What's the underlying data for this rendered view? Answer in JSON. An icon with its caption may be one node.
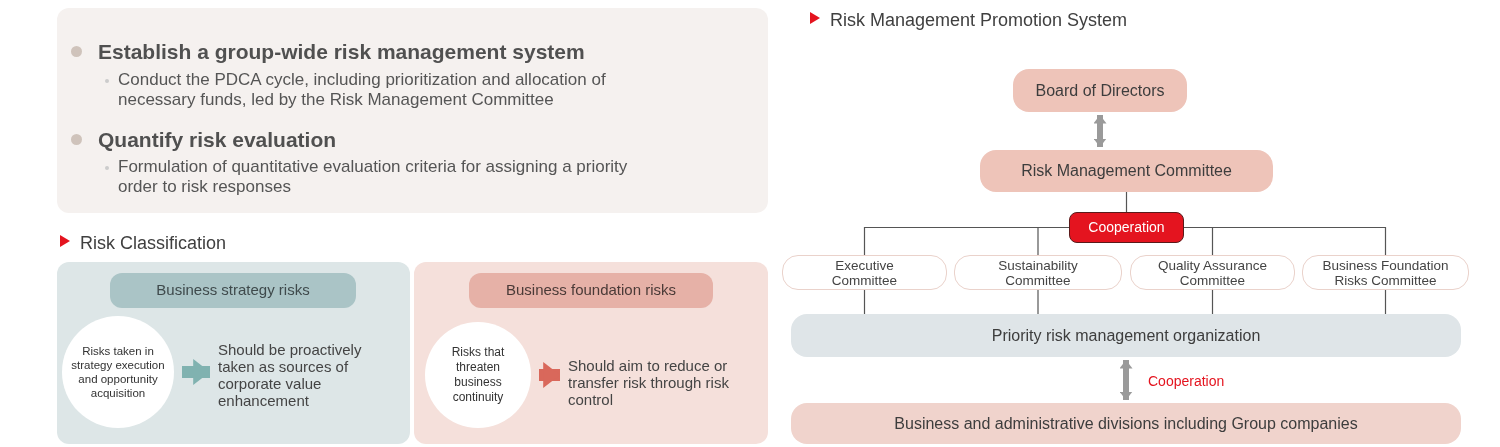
{
  "diagram": {
    "nodes": [
      {
        "text": [
          "Establish a group-wide risk management system",
          "Conduct the PDCA cycle, including prioritization and allocation of necessary funds, led by the Risk Management Committee",
          "Quantify risk evaluation",
          "Formulation of quantitative evaluation criteria for assigning a priority order to risk responses"
        ]
      },
      {
        "text": [],
        "shape": "box"
      },
      {
        "text": [
          "Business strategy risks"
        ],
        "in": 1
      },
      {
        "text": [
          "Risks taken in strategy execution and opportunity acquisition"
        ],
        "in": 1
      },
      {
        "text": [
          "Should be proactively taken as sources of corporate value enhancement"
        ],
        "in": 1
      },
      {
        "text": [],
        "shape": "box"
      },
      {
        "text": [
          "Business foundation risks"
        ],
        "in": 5
      },
      {
        "text": [
          "Risks that threaten business continuity"
        ],
        "in": 5
      },
      {
        "text": [
          "Should aim to reduce or transfer risk through risk control"
        ],
        "in": 5
      },
      {
        "text": [
          "Board of Directors"
        ]
      },
      {
        "text": [
          "Risk Management Committee"
        ]
      },
      {
        "text": [
          "Cooperation"
        ]
      },
      {
        "text": [
          "Executive Committee"
        ]
      },
      {
        "text": [
          "Sustainability Committee"
        ]
      },
      {
        "text": [
          "Quality Assurance Committee"
        ]
      },
      {
        "text": [
          "Business Foundation Risks Committee"
        ]
      },
      {
        "text": [
          "Priority risk management organization"
        ]
      },
      {
        "text": [
          "Business and administrative divisions including Group companies"
        ]
      }
    ],
    "edges": [
      {
        "from": 3,
        "to": 4,
        "arrow": "to",
        "style": "thick",
        "color": "#80b2b0"
      },
      {
        "from": 7,
        "to": 8,
        "arrow": "to",
        "style": "thick",
        "color": "#d9685b"
      },
      {
        "from": 9,
        "to": 10,
        "arrow": "both",
        "style": "thick"
      },
      {
        "from": 10,
        "to": 11,
        "arrow": "none"
      },
      {
        "from": 11,
        "to": 12,
        "arrow": "none"
      },
      {
        "from": 11,
        "to": 13,
        "arrow": "none"
      },
      {
        "from": 11,
        "to": 14,
        "arrow": "none"
      },
      {
        "from": 11,
        "to": 15,
        "arrow": "none"
      },
      {
        "from": 12,
        "to": 16,
        "arrow": "none"
      },
      {
        "from": 13,
        "to": 16,
        "arrow": "none"
      },
      {
        "from": 14,
        "to": 16,
        "arrow": "none"
      },
      {
        "from": 15,
        "to": 16,
        "arrow": "none"
      },
      {
        "from": 16,
        "to": 17,
        "arrow": "both",
        "style": "thick",
        "label": "Cooperation"
      }
    ],
    "labels": [
      "Risk Management Promotion System",
      "Risk Classification"
    ]
  }
}
